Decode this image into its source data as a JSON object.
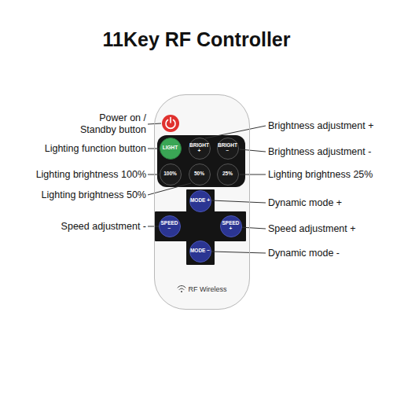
{
  "diagram": {
    "title": "11Key RF Controller",
    "nodes": [
      {
        "text": [
          "RF Wireless"
        ]
      },
      {
        "text": [
          "LIGHT"
        ],
        "in": 0
      },
      {
        "text": [
          "BRIGHT +"
        ],
        "in": 0
      },
      {
        "text": [
          "BRIGHT −"
        ],
        "in": 0
      },
      {
        "text": [
          "100%"
        ],
        "in": 0
      },
      {
        "text": [
          "50%"
        ],
        "in": 0
      },
      {
        "text": [
          "25%"
        ],
        "in": 0
      },
      {
        "text": [
          "MODE +"
        ],
        "in": 0
      },
      {
        "text": [
          "SPEED −"
        ],
        "in": 0
      },
      {
        "text": [
          "SPEED +"
        ],
        "in": 0
      },
      {
        "text": [
          "MODE −"
        ],
        "in": 0
      }
    ],
    "labels": [
      "Power on / Standby button",
      "Lighting function button",
      "Lighting brightness 100%",
      "Lighting brightness 50%",
      "Speed adjustment -",
      "Brightness adjustment +",
      "Brightness adjustment -",
      "Lighting brightness 25%",
      "Dynamic mode +",
      "Speed adjustment +",
      "Dynamic mode -"
    ]
  }
}
